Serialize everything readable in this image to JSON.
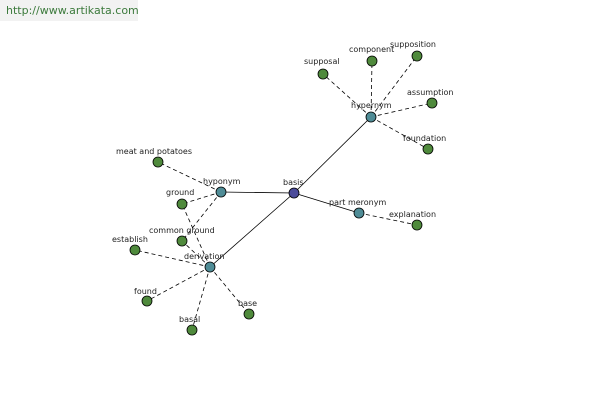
{
  "banner": {
    "url": "http://www.artikata.com"
  },
  "colors": {
    "center": "#4b4b9a",
    "relation": "#4f8c96",
    "word": "#4f8a3c"
  },
  "graph": {
    "nodes": [
      {
        "id": "basis",
        "label": "basis",
        "kind": "center"
      },
      {
        "id": "hypernym",
        "label": "hypernym",
        "kind": "relation"
      },
      {
        "id": "hyponym",
        "label": "hyponym",
        "kind": "relation"
      },
      {
        "id": "part-meronym",
        "label": "part meronym",
        "kind": "relation"
      },
      {
        "id": "derivation",
        "label": "derivation",
        "kind": "relation"
      },
      {
        "id": "supposal",
        "label": "supposal",
        "kind": "word"
      },
      {
        "id": "component",
        "label": "component",
        "kind": "word"
      },
      {
        "id": "supposition",
        "label": "supposition",
        "kind": "word"
      },
      {
        "id": "assumption",
        "label": "assumption",
        "kind": "word"
      },
      {
        "id": "foundation",
        "label": "foundation",
        "kind": "word"
      },
      {
        "id": "meat-and-potatoes",
        "label": "meat and potatoes",
        "kind": "word"
      },
      {
        "id": "ground",
        "label": "ground",
        "kind": "word"
      },
      {
        "id": "common-ground",
        "label": "common ground",
        "kind": "word"
      },
      {
        "id": "explanation",
        "label": "explanation",
        "kind": "word"
      },
      {
        "id": "establish",
        "label": "establish",
        "kind": "word"
      },
      {
        "id": "found",
        "label": "found",
        "kind": "word"
      },
      {
        "id": "basal",
        "label": "basal",
        "kind": "word"
      },
      {
        "id": "base",
        "label": "base",
        "kind": "word"
      }
    ],
    "edges": [
      {
        "from": "basis",
        "to": "hypernym",
        "style": "solid"
      },
      {
        "from": "basis",
        "to": "hyponym",
        "style": "solid"
      },
      {
        "from": "basis",
        "to": "part-meronym",
        "style": "solid"
      },
      {
        "from": "basis",
        "to": "derivation",
        "style": "solid"
      },
      {
        "from": "hypernym",
        "to": "supposal",
        "style": "dashed"
      },
      {
        "from": "hypernym",
        "to": "component",
        "style": "dashed"
      },
      {
        "from": "hypernym",
        "to": "supposition",
        "style": "dashed"
      },
      {
        "from": "hypernym",
        "to": "assumption",
        "style": "dashed"
      },
      {
        "from": "hypernym",
        "to": "foundation",
        "style": "dashed"
      },
      {
        "from": "hyponym",
        "to": "meat-and-potatoes",
        "style": "dashed"
      },
      {
        "from": "hyponym",
        "to": "ground",
        "style": "dashed"
      },
      {
        "from": "hyponym",
        "to": "common-ground",
        "style": "dashed"
      },
      {
        "from": "part-meronym",
        "to": "explanation",
        "style": "dashed"
      },
      {
        "from": "derivation",
        "to": "establish",
        "style": "dashed"
      },
      {
        "from": "derivation",
        "to": "found",
        "style": "dashed"
      },
      {
        "from": "derivation",
        "to": "basal",
        "style": "dashed"
      },
      {
        "from": "derivation",
        "to": "base",
        "style": "dashed"
      },
      {
        "from": "derivation",
        "to": "ground",
        "style": "dashed"
      },
      {
        "from": "derivation",
        "to": "common-ground",
        "style": "dashed"
      }
    ]
  }
}
